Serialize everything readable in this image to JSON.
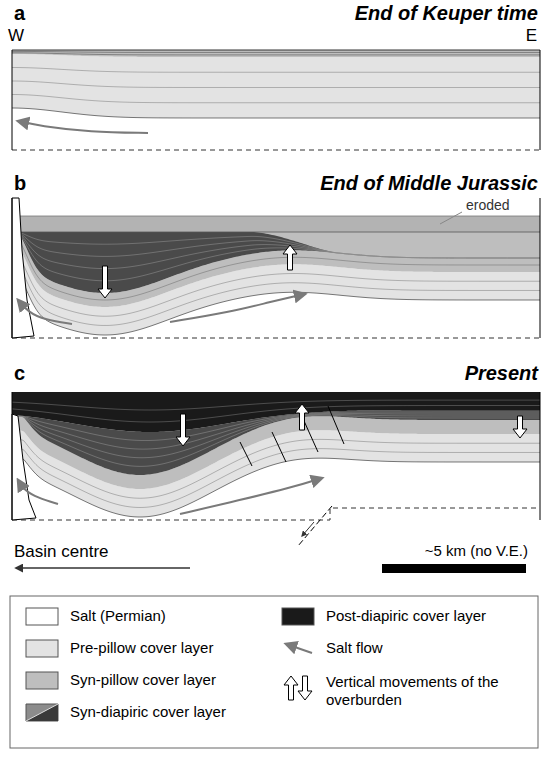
{
  "diagram": {
    "labels": [
      "a",
      "End of Keuper time",
      "W",
      "E",
      "b",
      "End of Middle Jurassic",
      "eroded",
      "c",
      "Present",
      "Basin centre",
      "~5 km (no V.E.)"
    ],
    "legend": [
      {
        "text": "Salt (Permian)",
        "color": "#ffffff"
      },
      {
        "text": "Pre-pillow cover layer",
        "color": "#e3e3e3"
      },
      {
        "text": "Syn-pillow cover layer",
        "color": "#bebebe"
      },
      {
        "text": "Syn-diapiric cover layer"
      },
      {
        "text": "Post-diapiric cover layer",
        "color": "#1a1a1a"
      },
      {
        "text": "Salt flow"
      },
      {
        "text": "Vertical movements of the overburden"
      }
    ]
  }
}
